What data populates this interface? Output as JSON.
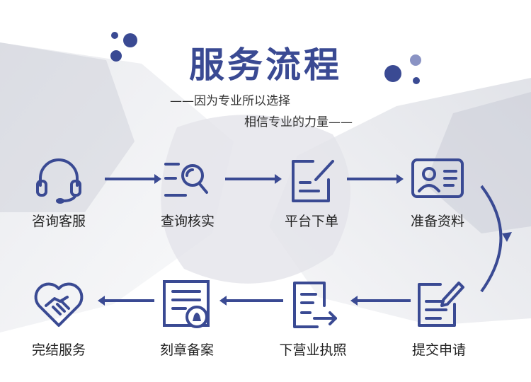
{
  "title": "服务流程",
  "subtitle_line1": "——因为专业所以选择",
  "subtitle_line2": "相信专业的力量——",
  "colors": {
    "accent": "#3a4a93",
    "dot_light": "#8a93c4",
    "text": "#222222",
    "bg_gray": "#e9eaee"
  },
  "steps": [
    {
      "label": "咨询客服",
      "icon": "headset-icon"
    },
    {
      "label": "查询核实",
      "icon": "search-list-icon"
    },
    {
      "label": "平台下单",
      "icon": "edit-document-icon"
    },
    {
      "label": "准备资料",
      "icon": "id-card-icon"
    },
    {
      "label": "提交申请",
      "icon": "form-pen-icon"
    },
    {
      "label": "下营业执照",
      "icon": "license-arrow-icon"
    },
    {
      "label": "刻章备案",
      "icon": "stamp-document-icon"
    },
    {
      "label": "完结服务",
      "icon": "handshake-heart-icon"
    }
  ]
}
